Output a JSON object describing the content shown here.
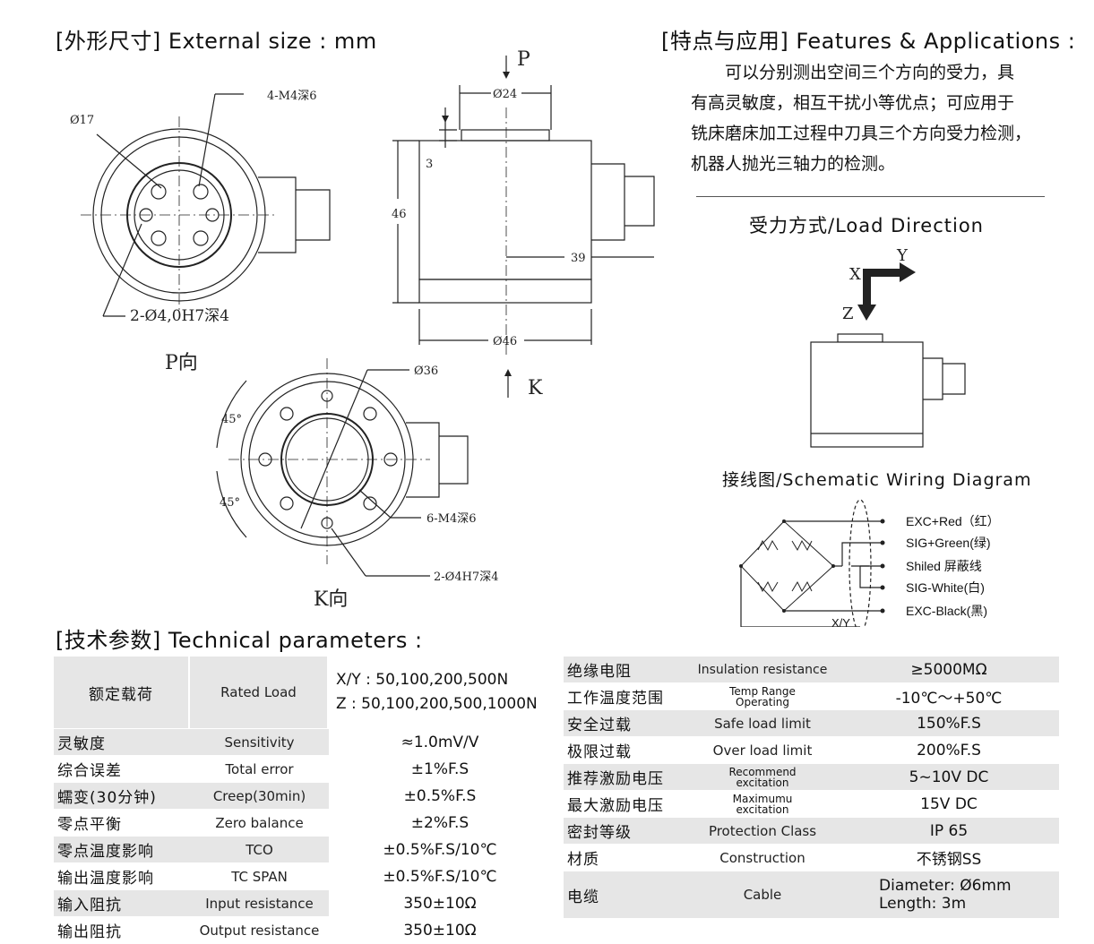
{
  "external_size_title": "[外形尺寸] External size : mm",
  "features_title": "[特点与应用] Features & Applications :",
  "features_text": [
    "可以分别测出空间三个方向的受力，具",
    "有高灵敏度，相互干扰小等优点；可应用于",
    "铣床磨床加工过程中刀具三个方向受力检测，",
    "机器人抛光三轴力的检测。"
  ],
  "load_direction_title": "受力方式/Load Direction",
  "axis_labels": {
    "x": "X",
    "y": "Y",
    "z": "Z"
  },
  "wiring_title": "接线图/Schematic Wiring Diagram",
  "wiring_labels": [
    "EXC+Red（红）",
    "SIG+Green(绿)",
    "Shiled 屏蔽线",
    "SIG-White(白)",
    "EXC-Black(黑)"
  ],
  "wiring_corner": "X/Y",
  "drawing_labels": {
    "d17": "Ø17",
    "m4_6": "4-M4深6",
    "pin_holes": "2-Ø4,0H7深4",
    "p_view": "P向",
    "p_arrow": "P",
    "d24": "Ø24",
    "dim3": "3",
    "dim46": "46",
    "dim39": "39",
    "d46": "Ø46",
    "d36": "Ø36",
    "angle45a": "45°",
    "angle45b": "45°",
    "m4_6b": "6-M4深6",
    "pin_holes_b": "2-Ø4H7深4",
    "k_view": "K向",
    "k_arrow": "K"
  },
  "tech_title": "[技术参数] Technical parameters :",
  "left_table": [
    {
      "cn": "额定载荷",
      "en": "Rated Load",
      "val": [
        "X/Y : 50,100,200,500N",
        "Z : 50,100,200,500,1000N"
      ]
    },
    {
      "cn": "灵敏度",
      "en": "Sensitivity",
      "val": [
        "≈1.0mV/V"
      ]
    },
    {
      "cn": "综合误差",
      "en": "Total error",
      "val": [
        "±1%F.S"
      ]
    },
    {
      "cn": "蠕变(30分钟)",
      "en": "Creep(30min)",
      "val": [
        "±0.5%F.S"
      ]
    },
    {
      "cn": "零点平衡",
      "en": "Zero balance",
      "val": [
        "±2%F.S"
      ]
    },
    {
      "cn": "零点温度影响",
      "en": "TCO",
      "val": [
        "±0.5%F.S/10℃"
      ]
    },
    {
      "cn": "输出温度影响",
      "en": "TC SPAN",
      "val": [
        "±0.5%F.S/10℃"
      ]
    },
    {
      "cn": "输入阻抗",
      "en": "Input resistance",
      "val": [
        "350±10Ω"
      ]
    },
    {
      "cn": "输出阻抗",
      "en": "Output resistance",
      "val": [
        "350±10Ω"
      ]
    }
  ],
  "right_table": [
    {
      "cn": "绝缘电阻",
      "en": [
        "Insulation resistance"
      ],
      "val": [
        "≥5000MΩ"
      ]
    },
    {
      "cn": "工作温度范围",
      "en": [
        "Temp Range",
        "Operating"
      ],
      "val": [
        "-10℃～+50℃"
      ]
    },
    {
      "cn": "安全过载",
      "en": [
        "Safe load limit"
      ],
      "val": [
        "150%F.S"
      ]
    },
    {
      "cn": "极限过载",
      "en": [
        "Over load limit"
      ],
      "val": [
        "200%F.S"
      ]
    },
    {
      "cn": "推荐激励电压",
      "en": [
        "Recommend",
        "excitation"
      ],
      "val": [
        "5~10V  DC"
      ]
    },
    {
      "cn": "最大激励电压",
      "en": [
        "Maximumu",
        "excitation"
      ],
      "val": [
        "15V    DC"
      ]
    },
    {
      "cn": "密封等级",
      "en": [
        "Protection Class"
      ],
      "val": [
        "IP 65"
      ]
    },
    {
      "cn": "材质",
      "en": [
        "Construction"
      ],
      "val": [
        "不锈钢SS"
      ]
    },
    {
      "cn": "电缆",
      "en": [
        "Cable"
      ],
      "val": [
        "Diameter: Ø6mm",
        "Length: 3m"
      ]
    }
  ]
}
